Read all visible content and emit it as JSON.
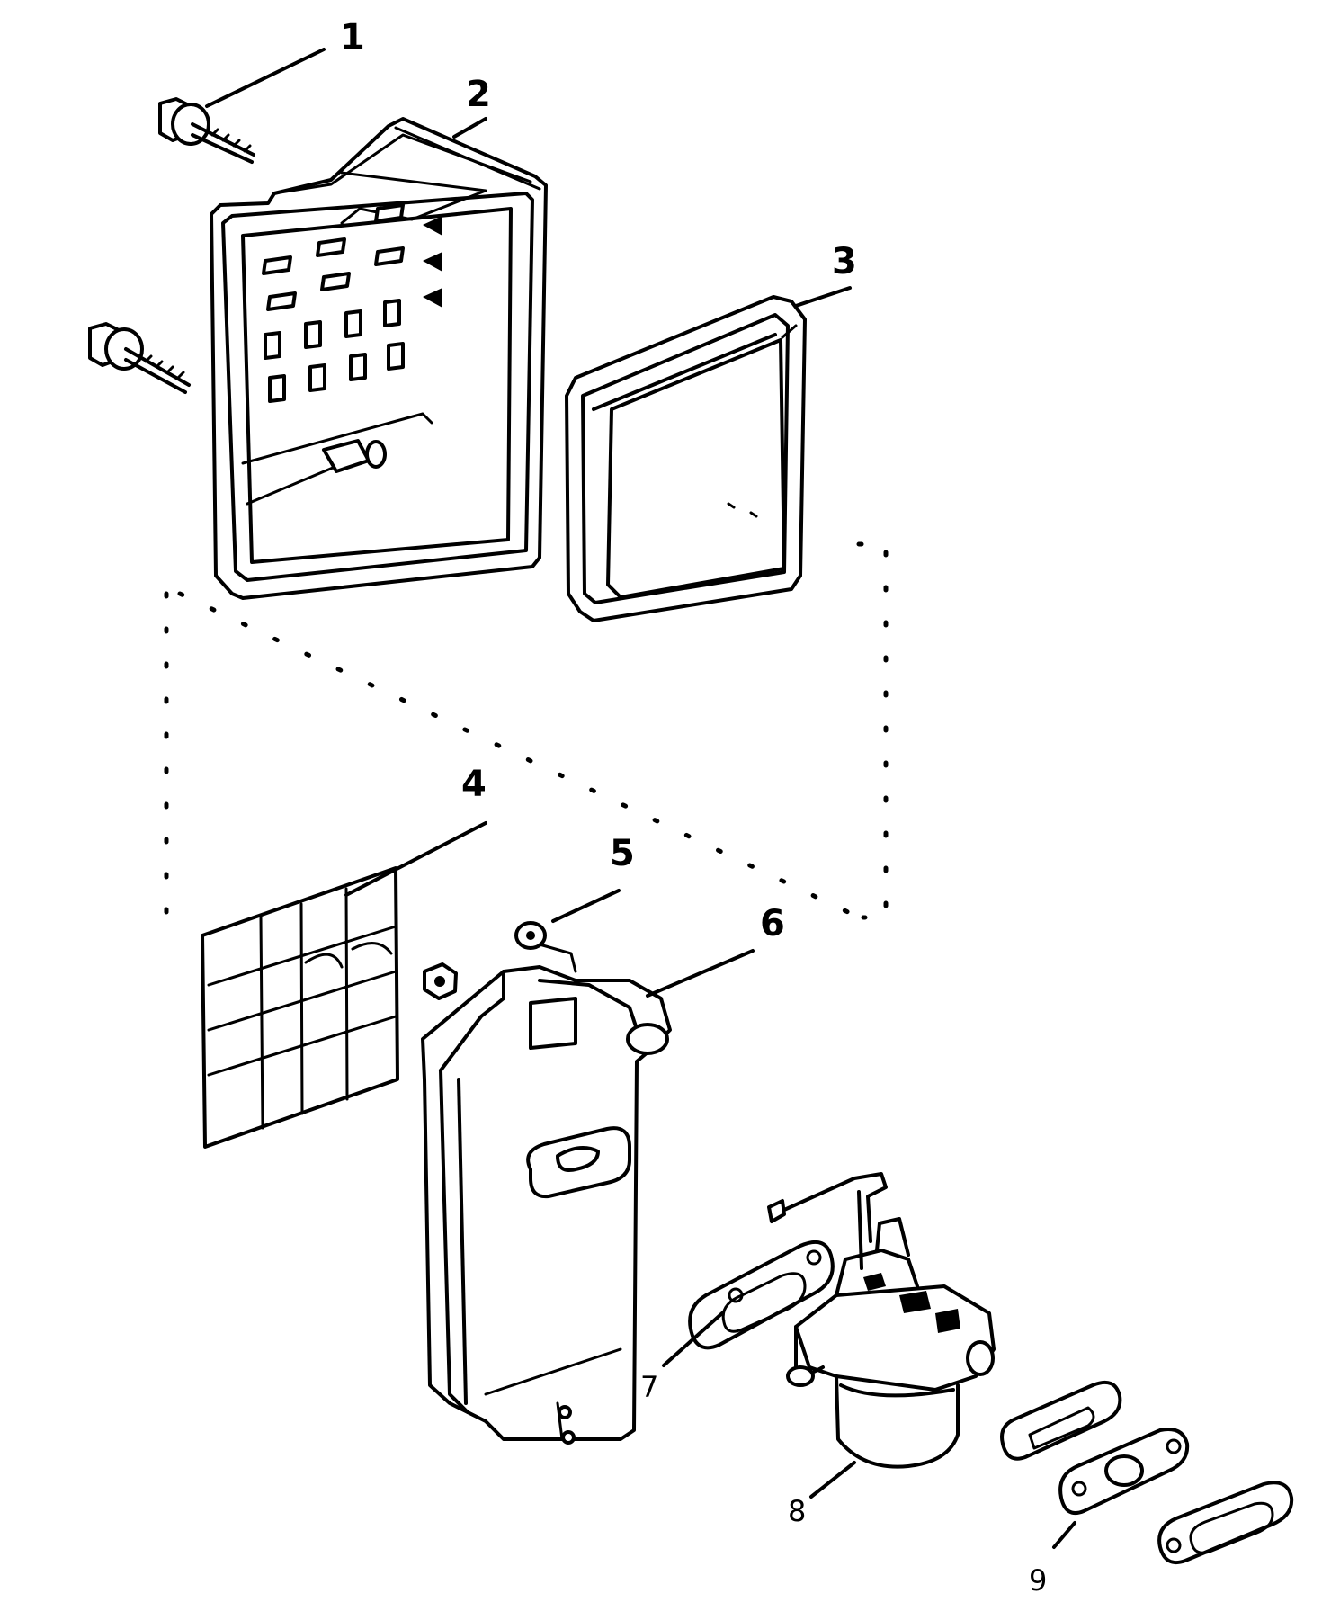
{
  "diagram": {
    "type": "exploded-parts-diagram",
    "subject": "air cleaner and carburetor assembly",
    "callouts": [
      {
        "number": "1",
        "part": "screw"
      },
      {
        "number": "2",
        "part": "air-cleaner-cover"
      },
      {
        "number": "3",
        "part": "filter-element"
      },
      {
        "number": "4",
        "part": "pre-filter-screen"
      },
      {
        "number": "5",
        "part": "nut"
      },
      {
        "number": "6",
        "part": "air-cleaner-base"
      },
      {
        "number": "7",
        "part": "gasket"
      },
      {
        "number": "8",
        "part": "carburetor"
      },
      {
        "number": "9",
        "part": "gasket-set"
      }
    ]
  }
}
